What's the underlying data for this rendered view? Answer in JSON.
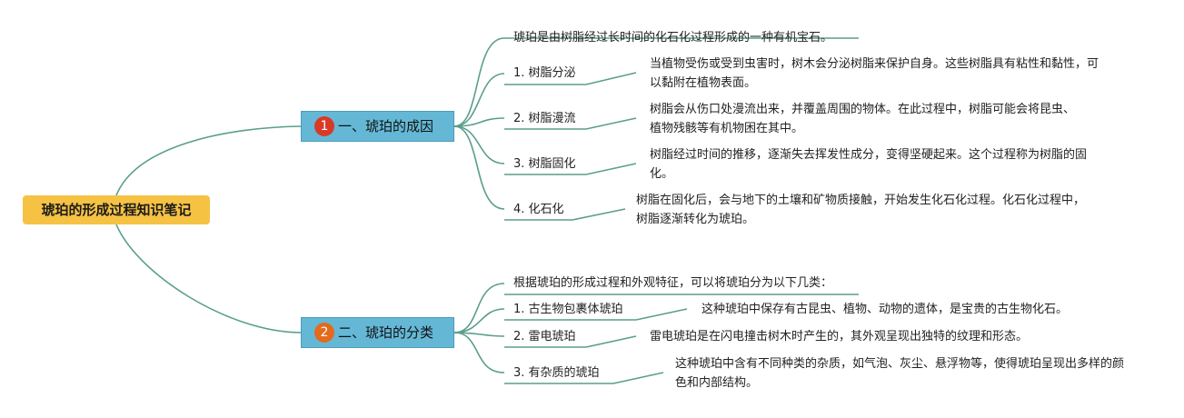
{
  "title": "琥珀的形成过程知识笔记",
  "colors": {
    "link": "#5a9e8c",
    "root": "#f6c244",
    "branch": "#64b8d6",
    "badge_1": "#d93a26",
    "badge_2": "#e46a1c"
  },
  "branches": [
    {
      "badge": "1",
      "label": "一、琥珀的成因",
      "intro": "琥珀是由树脂经过长时间的化石化过程形成的一种有机宝石。",
      "items": [
        {
          "label": "1. 树脂分泌",
          "desc": "当植物受伤或受到虫害时，树木会分泌树脂来保护自身。这些树脂具有粘性和黏性，可以黏附在植物表面。"
        },
        {
          "label": "2. 树脂漫流",
          "desc": "树脂会从伤口处漫流出来，并覆盖周围的物体。在此过程中，树脂可能会将昆虫、植物残骸等有机物困在其中。"
        },
        {
          "label": "3. 树脂固化",
          "desc": "树脂经过时间的推移，逐渐失去挥发性成分，变得坚硬起来。这个过程称为树脂的固化。"
        },
        {
          "label": "4. 化石化",
          "desc": "树脂在固化后，会与地下的土壤和矿物质接触，开始发生化石化过程。化石化过程中，树脂逐渐转化为琥珀。"
        }
      ]
    },
    {
      "badge": "2",
      "label": "二、琥珀的分类",
      "intro": "根据琥珀的形成过程和外观特征，可以将琥珀分为以下几类：",
      "items": [
        {
          "label": "1. 古生物包裹体琥珀",
          "desc": "这种琥珀中保存有古昆虫、植物、动物的遗体，是宝贵的古生物化石。"
        },
        {
          "label": "2. 雷电琥珀",
          "desc": "雷电琥珀是在闪电撞击树木时产生的，其外观呈现出独特的纹理和形态。"
        },
        {
          "label": "3. 有杂质的琥珀",
          "desc": "这种琥珀中含有不同种类的杂质，如气泡、灰尘、悬浮物等，使得琥珀呈现出多样的颜色和内部结构。"
        }
      ]
    }
  ]
}
